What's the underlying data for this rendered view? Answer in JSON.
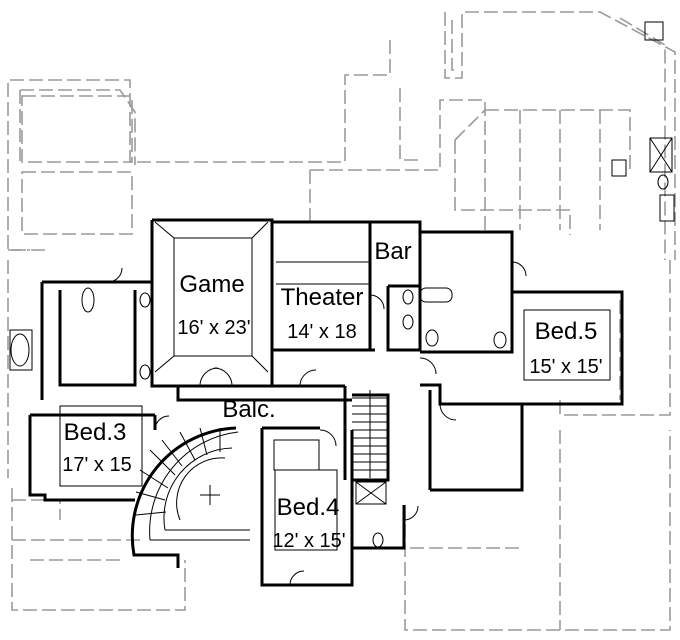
{
  "plan": {
    "rooms": [
      {
        "id": "game",
        "name": "Game",
        "dims": "16' x 23'"
      },
      {
        "id": "theater",
        "name": "Theater",
        "dims": "14' x 18"
      },
      {
        "id": "bar",
        "name": "Bar",
        "dims": ""
      },
      {
        "id": "bed5",
        "name": "Bed.5",
        "dims": "15' x 15'"
      },
      {
        "id": "balc",
        "name": "Balc.",
        "dims": ""
      },
      {
        "id": "bed3",
        "name": "Bed.3",
        "dims": "17' x 15"
      },
      {
        "id": "bed4",
        "name": "Bed.4",
        "dims": "12' x 15'"
      }
    ],
    "colors": {
      "wall": "#000000",
      "dashed": "#9a9a9a",
      "background": "#ffffff"
    }
  }
}
